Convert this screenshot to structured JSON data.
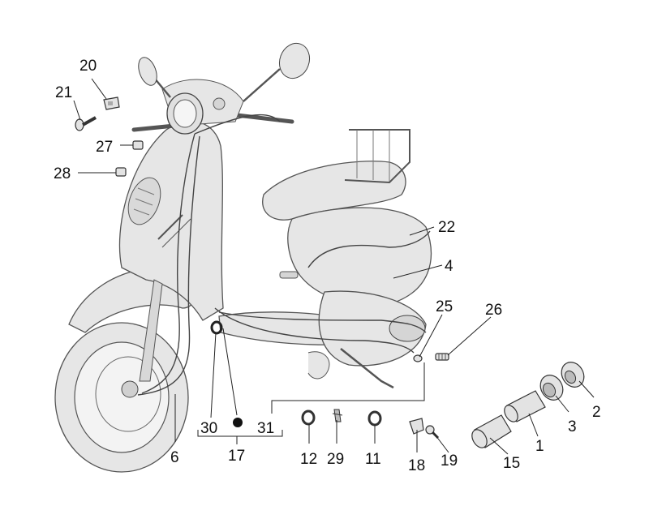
{
  "title": "",
  "callouts": {
    "c1": "1",
    "c2": "2",
    "c3": "3",
    "c4": "4",
    "c6": "6",
    "c11": "11",
    "c12": "12",
    "c15": "15",
    "c17": "17",
    "c18": "18",
    "c19": "19",
    "c20": "20",
    "c21": "21",
    "c22": "22",
    "c25": "25",
    "c26": "26",
    "c27": "27",
    "c28": "28",
    "c29": "29",
    "c30": "30",
    "c31": "31"
  }
}
